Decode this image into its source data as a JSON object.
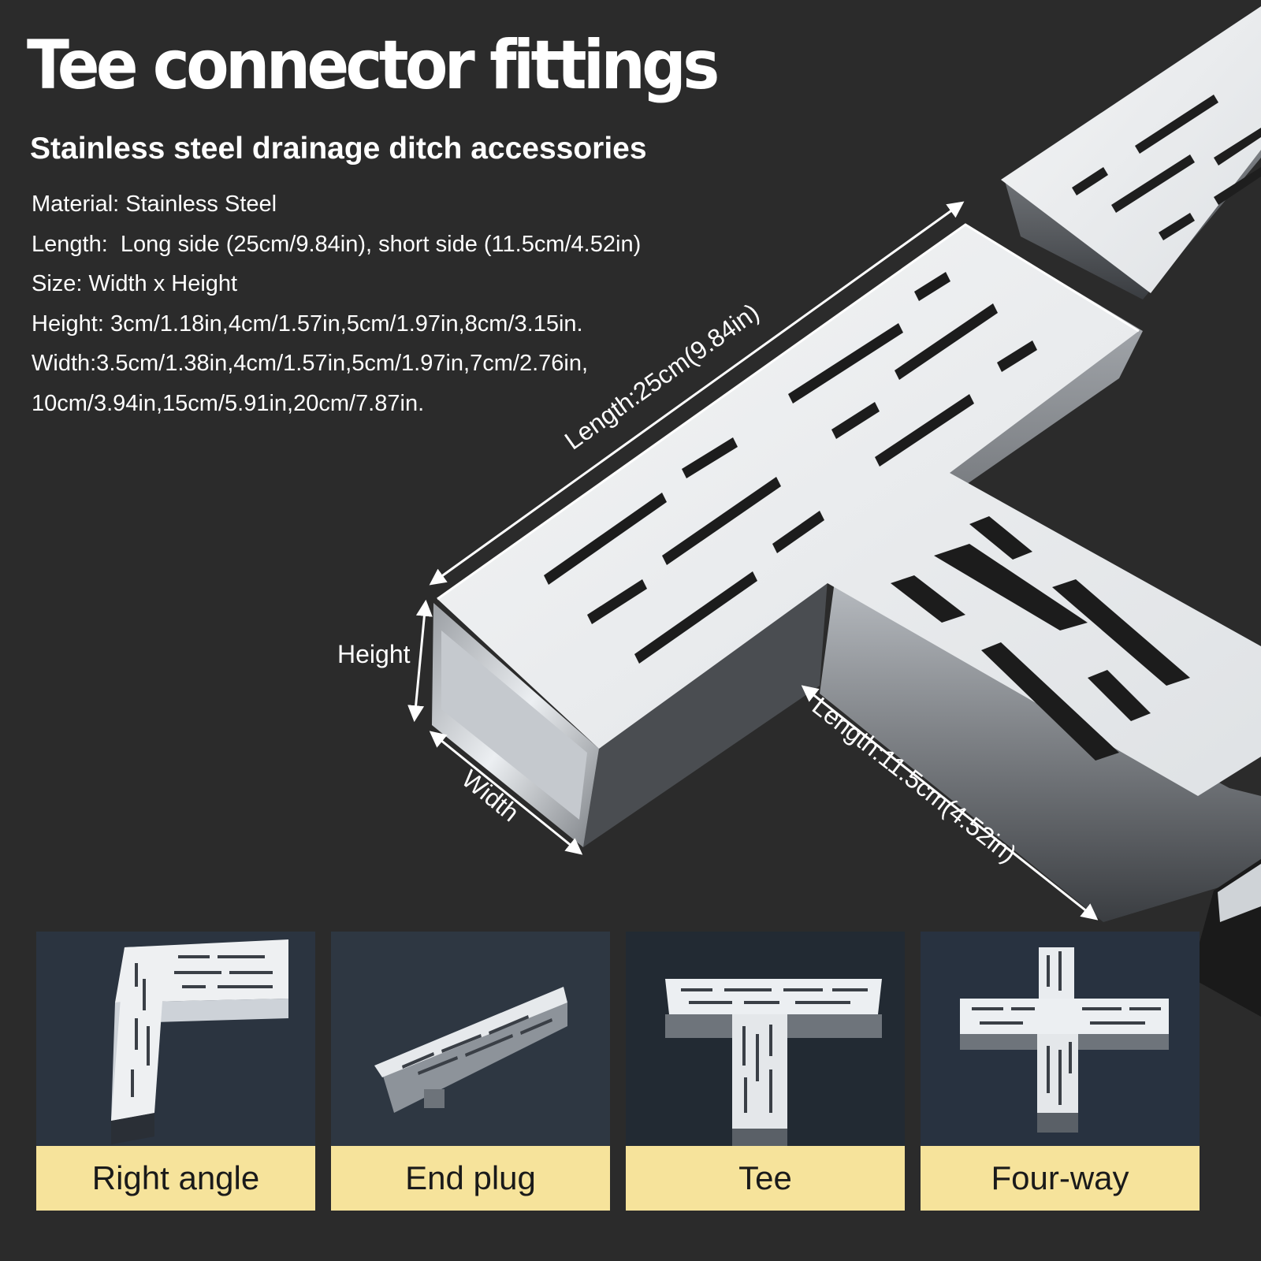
{
  "header": {
    "title": "Tee connector fittings",
    "subtitle": "Stainless steel drainage ditch accessories"
  },
  "specs": [
    "Material: Stainless Steel",
    "Length:  Long side (25cm/9.84in), short side (11.5cm/4.52in)",
    "Size: Width x Height",
    "Height: 3cm/1.18in,4cm/1.57in,5cm/1.97in,8cm/3.15in.",
    "Width:3.5cm/1.38in,4cm/1.57in,5cm/1.97in,7cm/2.76in,",
    "10cm/3.94in,15cm/5.91in,20cm/7.87in."
  ],
  "dimensions": {
    "long_length": "Length:25cm(9.84in)",
    "short_length": "Length:11.5cm(4.52in)",
    "height": "Height",
    "width": "Width"
  },
  "variants": [
    {
      "label": "Right angle",
      "icon": "right-angle-fitting"
    },
    {
      "label": "End plug",
      "icon": "end-plug-fitting"
    },
    {
      "label": "Tee",
      "icon": "tee-fitting"
    },
    {
      "label": "Four-way",
      "icon": "four-way-fitting"
    }
  ],
  "colors": {
    "background": "#2b2b2b",
    "caption_background": "#f6e39b",
    "steel": "#e9ecef"
  }
}
